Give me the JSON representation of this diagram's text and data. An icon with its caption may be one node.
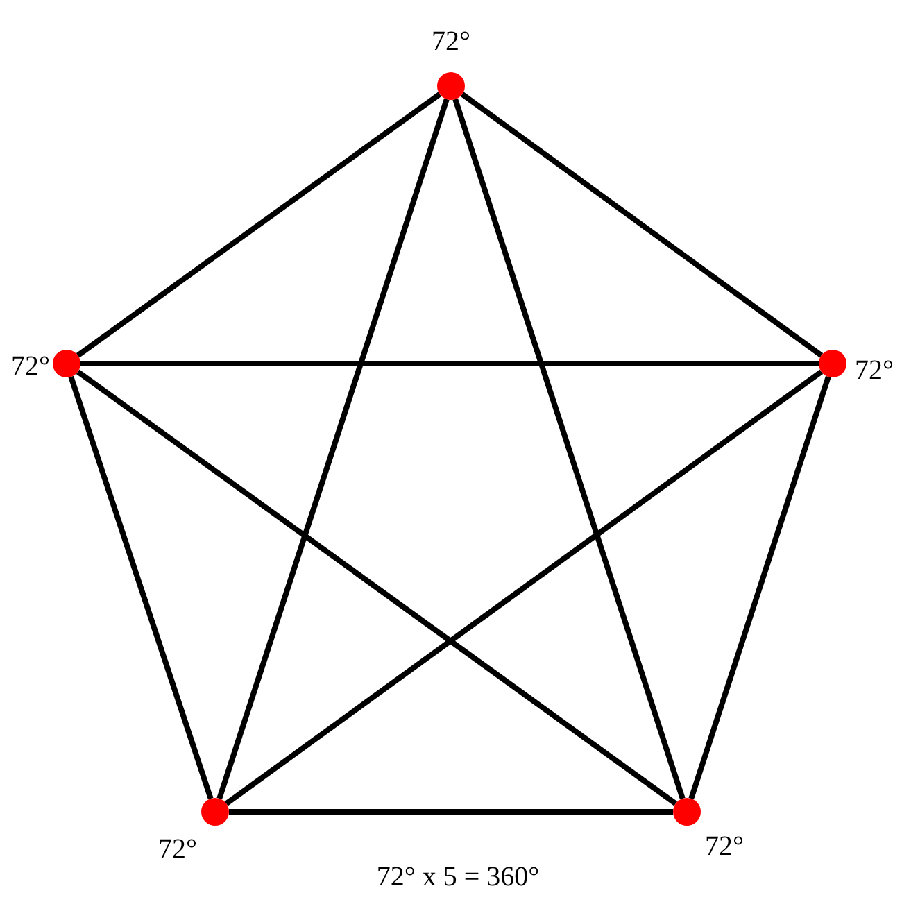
{
  "diagram": {
    "nodes": [
      {
        "text": [],
        "shape": "circle",
        "beside": [
          "72°"
        ]
      },
      {
        "text": [],
        "shape": "circle",
        "beside": [
          "72°"
        ]
      },
      {
        "text": [],
        "shape": "circle",
        "beside": [
          "72°"
        ]
      },
      {
        "text": [],
        "shape": "circle",
        "beside": [
          "72°"
        ]
      },
      {
        "text": [],
        "shape": "circle",
        "beside": [
          "72°"
        ]
      }
    ],
    "edges": [
      {
        "from": 0,
        "to": 1,
        "arrow": "none"
      },
      {
        "from": 0,
        "to": 2,
        "arrow": "none"
      },
      {
        "from": 0,
        "to": 3,
        "arrow": "none"
      },
      {
        "from": 0,
        "to": 4,
        "arrow": "none"
      },
      {
        "from": 1,
        "to": 2,
        "arrow": "none"
      },
      {
        "from": 1,
        "to": 3,
        "arrow": "none"
      },
      {
        "from": 1,
        "to": 4,
        "arrow": "none"
      },
      {
        "from": 2,
        "to": 3,
        "arrow": "none"
      },
      {
        "from": 2,
        "to": 4,
        "arrow": "none"
      },
      {
        "from": 3,
        "to": 4,
        "arrow": "none"
      }
    ],
    "labels": [
      "72° x 5 = 360°"
    ]
  }
}
